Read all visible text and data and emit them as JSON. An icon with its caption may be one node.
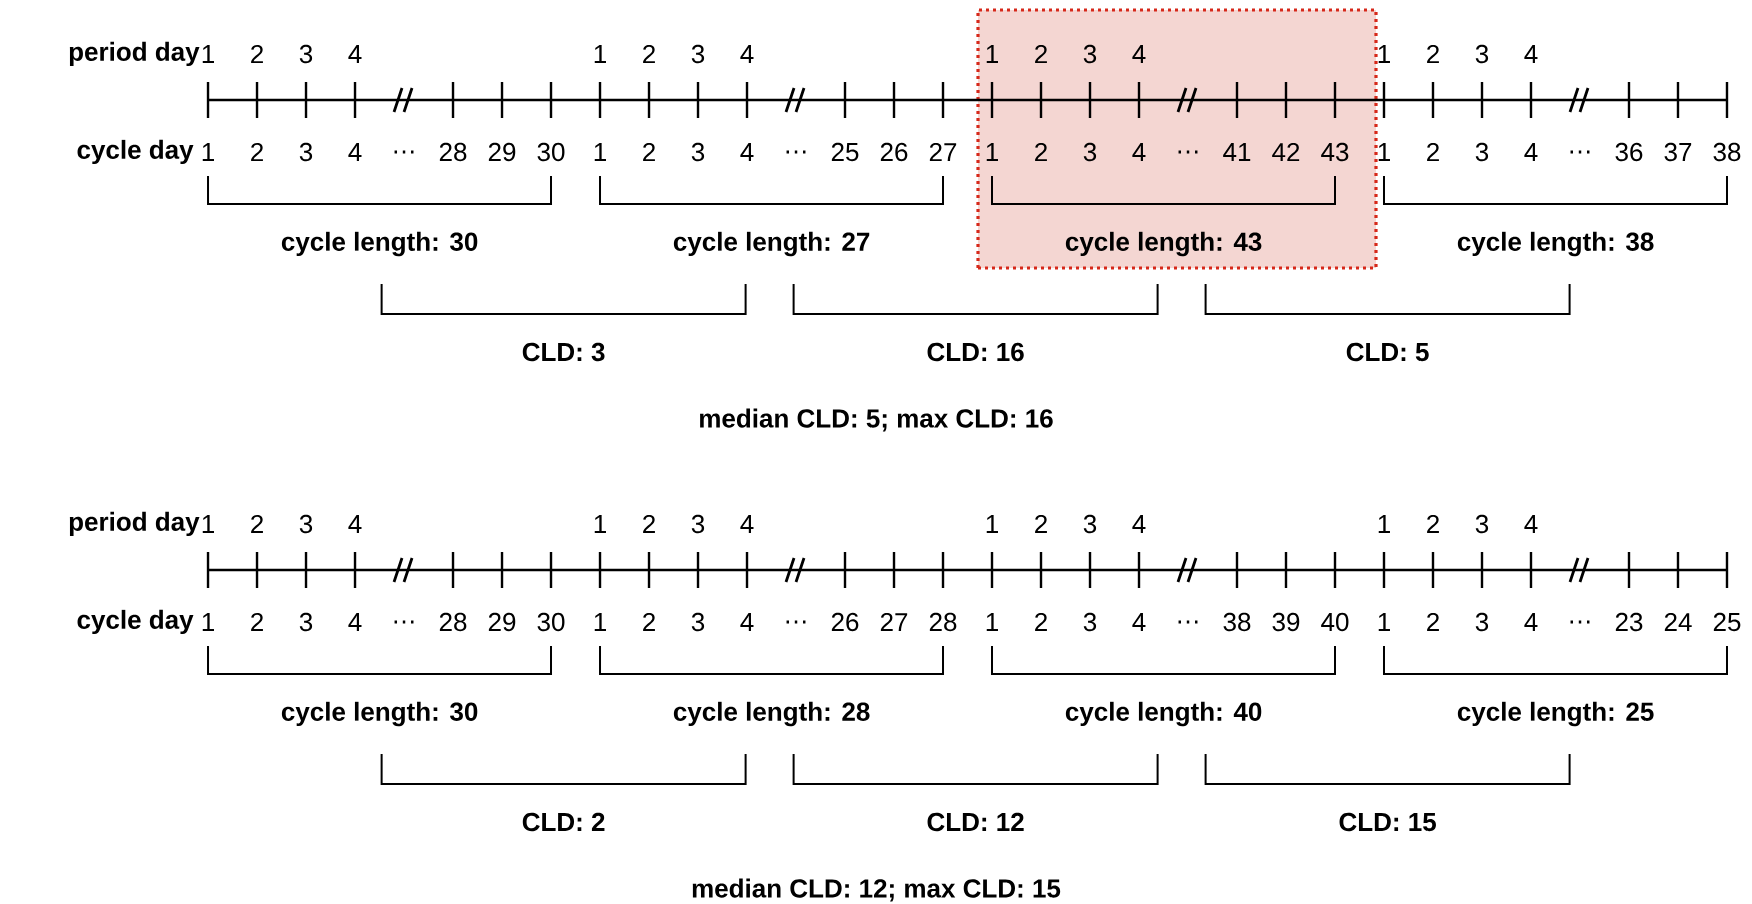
{
  "diagram": {
    "nodes": [
      {
        "text": [
          "1",
          "2",
          "3",
          "4",
          "1",
          "2",
          "3",
          "4",
          "…",
          "41",
          "42",
          "43",
          "cycle length: 43"
        ]
      }
    ],
    "labels": [
      "period day",
      "1",
      "2",
      "3",
      "4",
      "1",
      "2",
      "3",
      "4",
      "1",
      "2",
      "3",
      "4",
      "cycle day",
      "1",
      "2",
      "3",
      "4",
      "…",
      "28",
      "29",
      "30",
      "1",
      "2",
      "3",
      "4",
      "…",
      "25",
      "26",
      "27",
      "1",
      "2",
      "3",
      "4",
      "…",
      "36",
      "37",
      "38",
      "cycle length: 30",
      "cycle length: 27",
      "cycle length: 38",
      "CLD: 3",
      "CLD: 16",
      "CLD: 5",
      "median CLD: 5; max CLD: 16",
      "period day",
      "1",
      "2",
      "3",
      "4",
      "1",
      "2",
      "3",
      "4",
      "1",
      "2",
      "3",
      "4",
      "1",
      "2",
      "3",
      "4",
      "cycle day",
      "1",
      "2",
      "3",
      "4",
      "…",
      "28",
      "29",
      "30",
      "1",
      "2",
      "3",
      "4",
      "…",
      "26",
      "27",
      "28",
      "1",
      "2",
      "3",
      "4",
      "…",
      "38",
      "39",
      "40",
      "1",
      "2",
      "3",
      "4",
      "…",
      "23",
      "24",
      "25",
      "cycle length: 30",
      "cycle length: 28",
      "cycle length: 40",
      "cycle length: 25",
      "CLD: 2",
      "CLD: 12",
      "CLD: 15",
      "median CLD: 12; max CLD: 15"
    ]
  }
}
